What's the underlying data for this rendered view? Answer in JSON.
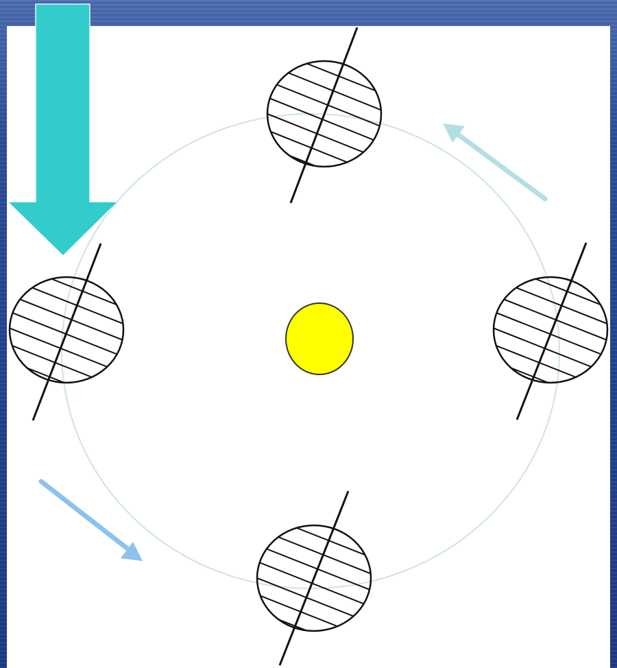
{
  "diagram": {
    "description_visible_text": "",
    "colors": {
      "background": "#2d4f9c",
      "panel": "#ffffff",
      "orbit": "#cfe3e3",
      "sun_fill": "#ffff00",
      "sun_stroke": "#333333",
      "planet_stroke": "#111111",
      "sunlight_arrow": "#33cccc",
      "orbit_arrow_top": "#b3dfe3",
      "orbit_arrow_bottom": "#8cc2ee"
    },
    "icons": {
      "sun": "sun-icon",
      "earth": "earth-icon",
      "sunlight": "down-arrow-icon",
      "orbit_direction": "arrow-icon"
    },
    "earth_positions": [
      "top",
      "left",
      "right",
      "bottom"
    ],
    "axial_tilt_deg": 23.5,
    "latitude_lines_per_globe": 7
  }
}
